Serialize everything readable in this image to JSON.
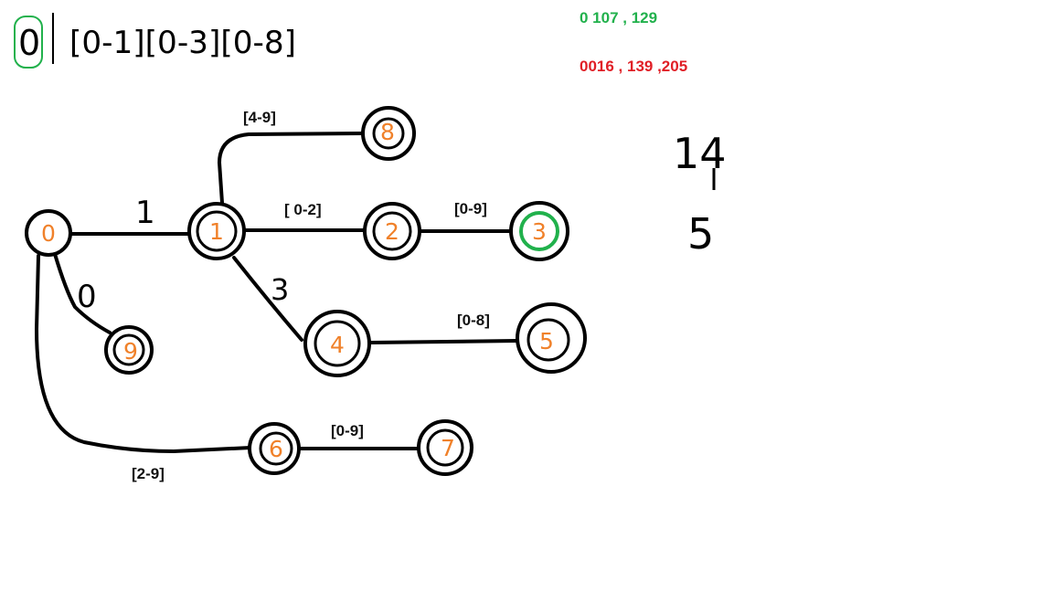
{
  "header": {
    "pattern": "0| [0-1][0-3][0-8]",
    "pattern_highlight": "0",
    "green_line": "0 107 , 129",
    "red_line": "0016 , 139 ,205"
  },
  "side_notes": {
    "top": "14",
    "bottom": "5"
  },
  "colors": {
    "node_label": "#f0812a",
    "highlight": "#21b14c",
    "red_text": "#e01f26",
    "stroke": "#000000"
  },
  "nodes": [
    {
      "id": "0",
      "label": "0",
      "color": "orange",
      "double": false
    },
    {
      "id": "1",
      "label": "1",
      "color": "orange",
      "double": true
    },
    {
      "id": "2",
      "label": "2",
      "color": "orange",
      "double": true
    },
    {
      "id": "3",
      "label": "3",
      "color": "green",
      "double": true
    },
    {
      "id": "4",
      "label": "4",
      "color": "orange",
      "double": true
    },
    {
      "id": "5",
      "label": "5",
      "color": "orange",
      "double": true
    },
    {
      "id": "6",
      "label": "6",
      "color": "orange",
      "double": true
    },
    {
      "id": "7",
      "label": "7",
      "color": "orange",
      "double": true
    },
    {
      "id": "8",
      "label": "8",
      "color": "orange",
      "double": true
    },
    {
      "id": "9",
      "label": "9",
      "color": "orange",
      "double": true
    }
  ],
  "edges": [
    {
      "from": "0",
      "to": "1",
      "label": "1",
      "handwritten": true
    },
    {
      "from": "0",
      "to": "9",
      "label": "0",
      "handwritten": true
    },
    {
      "from": "0",
      "to": "6",
      "label": "[2-9]",
      "handwritten": false
    },
    {
      "from": "1",
      "to": "8",
      "label": "[4-9]",
      "handwritten": false
    },
    {
      "from": "1",
      "to": "2",
      "label": "[ 0-2]",
      "handwritten": false
    },
    {
      "from": "2",
      "to": "3",
      "label": "[0-9]",
      "handwritten": false
    },
    {
      "from": "1",
      "to": "4",
      "label": "3",
      "handwritten": true
    },
    {
      "from": "4",
      "to": "5",
      "label": "[0-8]",
      "handwritten": false
    },
    {
      "from": "6",
      "to": "7",
      "label": "[0-9]",
      "handwritten": false
    }
  ]
}
